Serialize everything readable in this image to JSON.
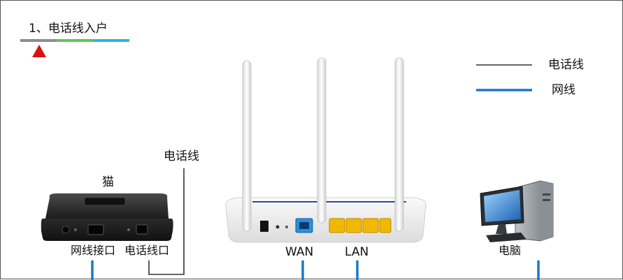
{
  "step": {
    "title": "1、电话线入户"
  },
  "legend": {
    "items": [
      {
        "label": "电话线",
        "color": "#333333"
      },
      {
        "label": "网线",
        "color": "#1a78c8"
      }
    ]
  },
  "labels": {
    "phone_line": "电话线",
    "modem": "猫",
    "modem_lan_port": "网线接口",
    "modem_phone_port": "电话线口",
    "wan": "WAN",
    "lan": "LAN",
    "computer": "电脑"
  },
  "colors": {
    "phone_line": "#333333",
    "network_cable": "#1a78c8",
    "progress_gray": "#8c8c8c",
    "progress_green": "#5ec84f",
    "progress_cyan": "#29b6e8",
    "marker_red": "#e01010",
    "wan_port": "#2a8fd8",
    "lan_port": "#f2b800"
  }
}
